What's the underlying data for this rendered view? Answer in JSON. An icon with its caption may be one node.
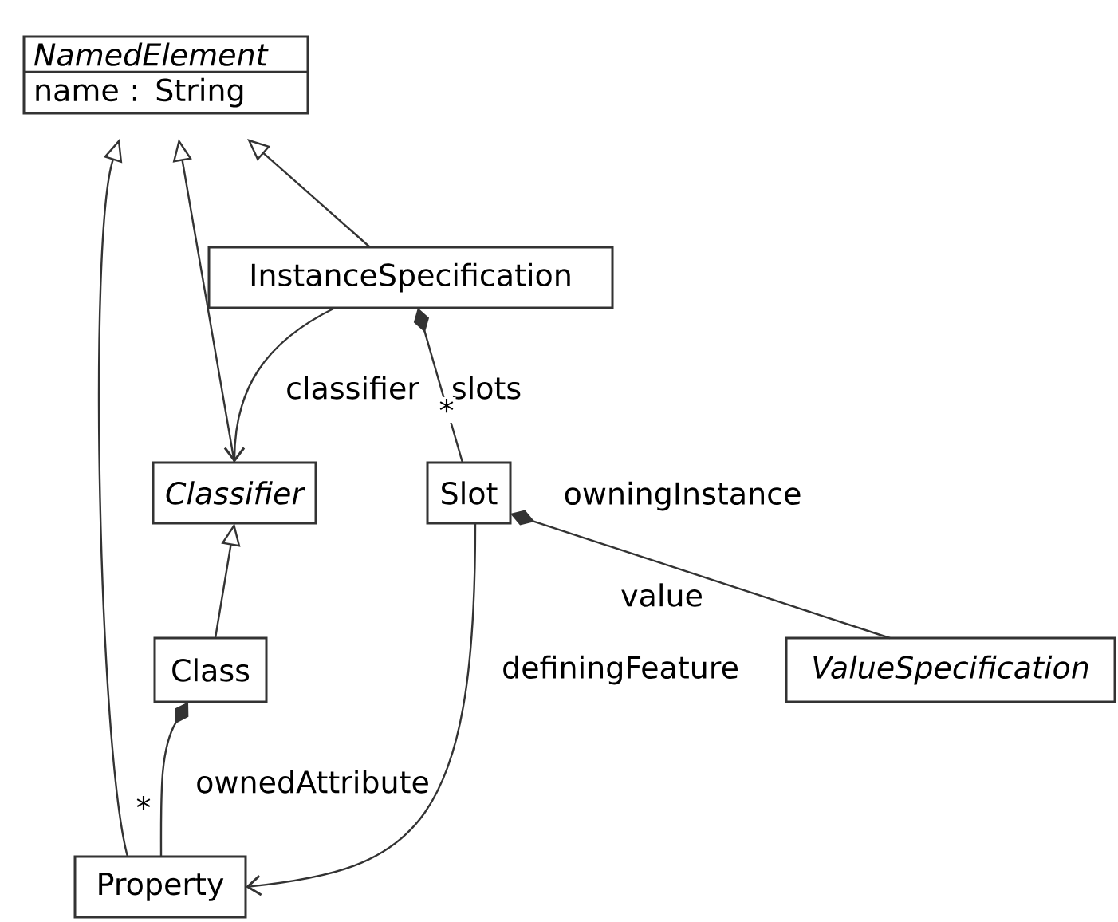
{
  "diagram": {
    "nodes": [
      {
        "text": [
          "NamedElement",
          "name : String"
        ]
      },
      {
        "text": [
          "InstanceSpecification"
        ]
      },
      {
        "text": [
          "Classifier"
        ]
      },
      {
        "text": [
          "Slot"
        ]
      },
      {
        "text": [
          "Class"
        ]
      },
      {
        "text": [
          "ValueSpecification"
        ]
      },
      {
        "text": [
          "Property"
        ]
      }
    ],
    "edges": [
      {
        "from": 6,
        "to": 0,
        "arrow": "to"
      },
      {
        "from": 2,
        "to": 0,
        "arrow": "to"
      },
      {
        "from": 1,
        "to": 0,
        "arrow": "to"
      },
      {
        "from": 4,
        "to": 2,
        "arrow": "to"
      },
      {
        "from": 1,
        "to": 2,
        "arrow": "to",
        "label": "classifier"
      },
      {
        "from": 1,
        "to": 3,
        "arrow": "other",
        "label": "slots"
      },
      {
        "from": 3,
        "to": 5,
        "arrow": "other",
        "label": "value"
      },
      {
        "from": 3,
        "to": 6,
        "arrow": "to",
        "label": "definingFeature"
      },
      {
        "from": 4,
        "to": 6,
        "arrow": "other",
        "label": "ownedAttribute"
      }
    ],
    "labels": [
      "*",
      "owningInstance",
      "*"
    ]
  }
}
